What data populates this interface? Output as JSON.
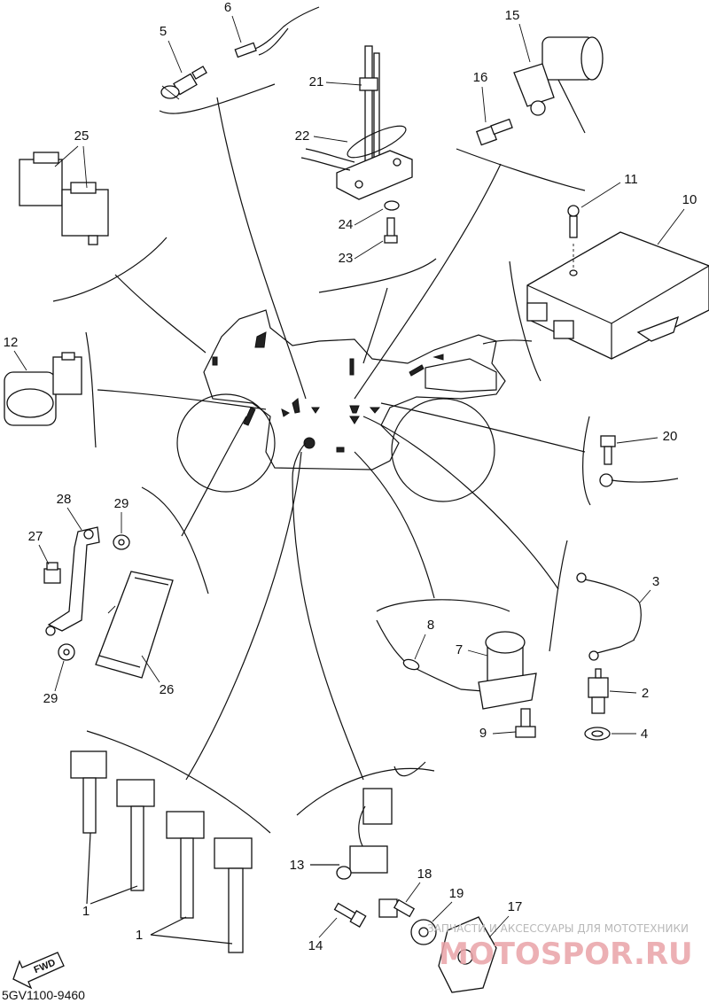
{
  "diagram": {
    "code": "5GV1100-9460",
    "fwd_label": "FWD",
    "watermark_top": "ЗАПЧАСТИ И АКСЕССУАРЫ ДЛЯ МОТОТЕХНИКИ",
    "watermark_brand": "MOTOSPOR.RU",
    "callouts": {
      "c1a": "1",
      "c1b": "1",
      "c2": "2",
      "c3": "3",
      "c4": "4",
      "c5": "5",
      "c6": "6",
      "c7": "7",
      "c8": "8",
      "c9": "9",
      "c10": "10",
      "c11": "11",
      "c12": "12",
      "c13": "13",
      "c14": "14",
      "c15": "15",
      "c16": "16",
      "c17": "17",
      "c18": "18",
      "c19": "19",
      "c20": "20",
      "c21": "21",
      "c22": "22",
      "c23": "23",
      "c24": "24",
      "c25": "25",
      "c26": "26",
      "c27": "27",
      "c28": "28",
      "c29a": "29",
      "c29b": "29"
    }
  }
}
